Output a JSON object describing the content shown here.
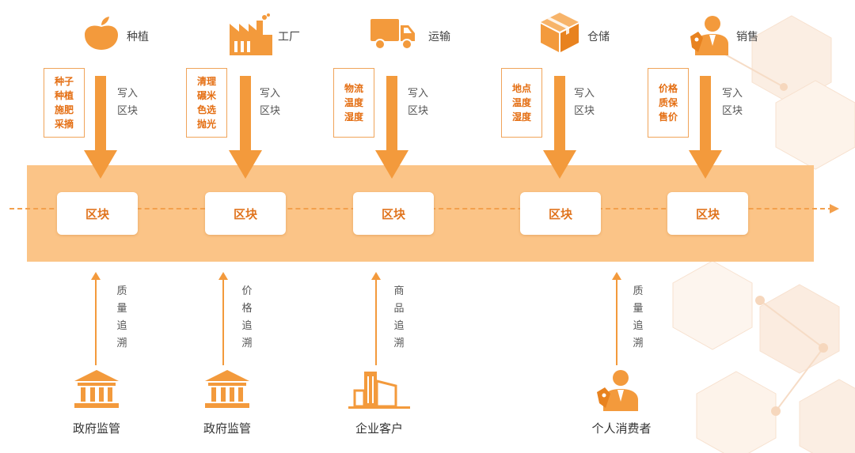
{
  "stages": [
    {
      "label": "种植",
      "icon": "sprout-icon",
      "info": [
        "种子",
        "种植",
        "施肥",
        "采摘"
      ],
      "write": [
        "写入",
        "区块"
      ]
    },
    {
      "label": "工厂",
      "icon": "factory-icon",
      "info": [
        "清理",
        "碾米",
        "色选",
        "抛光"
      ],
      "write": [
        "写入",
        "区块"
      ]
    },
    {
      "label": "运输",
      "icon": "truck-icon",
      "info": [
        "物流",
        "温度",
        "湿度"
      ],
      "write": [
        "写入",
        "区块"
      ]
    },
    {
      "label": "仓储",
      "icon": "box-icon",
      "info": [
        "地点",
        "温度",
        "湿度"
      ],
      "write": [
        "写入",
        "区块"
      ]
    },
    {
      "label": "销售",
      "icon": "salesperson-icon",
      "info": [
        "价格",
        "质保",
        "售价"
      ],
      "write": [
        "写入",
        "区块"
      ]
    }
  ],
  "blocks": [
    "区块",
    "区块",
    "区块",
    "区块",
    "区块"
  ],
  "actors": [
    {
      "label": "政府监管",
      "icon": "government-building-icon",
      "trace": [
        "质",
        "量",
        "追",
        "溯"
      ]
    },
    {
      "label": "政府监管",
      "icon": "government-building-icon",
      "trace": [
        "价",
        "格",
        "追",
        "溯"
      ]
    },
    {
      "label": "企业客户",
      "icon": "enterprise-building-icon",
      "trace": [
        "商",
        "品",
        "追",
        "溯"
      ]
    },
    {
      "label": "个人消费者",
      "icon": "consumer-icon",
      "trace": [
        "质",
        "量",
        "追",
        "溯"
      ]
    }
  ],
  "colors": {
    "accent": "#f39a3c",
    "band": "#fbc487",
    "text_accent": "#e46e12"
  }
}
